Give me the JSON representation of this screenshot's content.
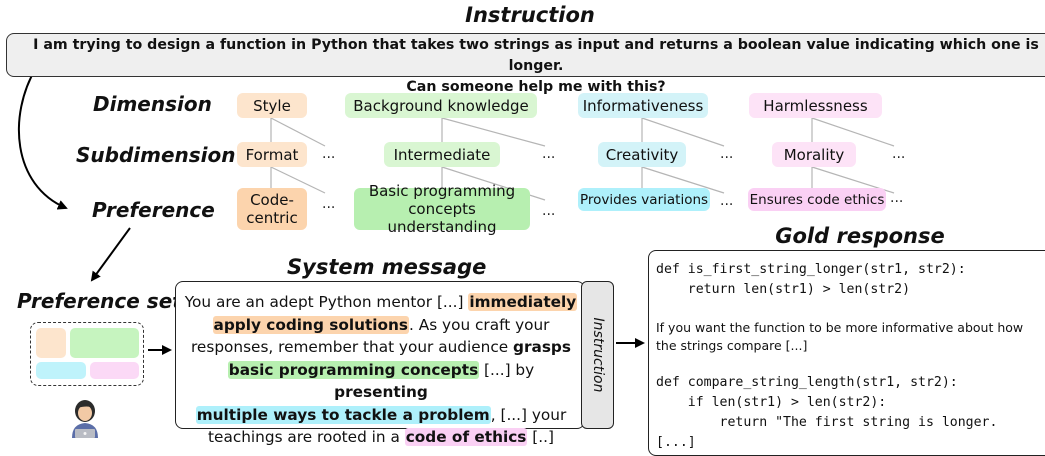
{
  "instruction": {
    "title": "Instruction",
    "line1": "I am trying to design a function in Python that takes two strings as input and returns a boolean value indicating which one is longer.",
    "line2": "Can someone help me with this?"
  },
  "rows": {
    "dimension": "Dimension",
    "subdimension": "Subdimension",
    "preference": "Preference"
  },
  "ellipsis": "...",
  "columns": [
    {
      "dimension": "Style",
      "subdimension": "Format",
      "preference_line1": "Code-",
      "preference_line2": "centric",
      "color": "#fde5cd",
      "pref_color": "#fcd4ad"
    },
    {
      "dimension": "Background knowledge",
      "subdimension": "Intermediate",
      "preference_line1": "Basic programming",
      "preference_line2": "concepts understanding",
      "color": "#d9f6d2",
      "pref_color": "#b7efb0"
    },
    {
      "dimension": "Informativeness",
      "subdimension": "Creativity",
      "preference_line1": "Provides variations",
      "color": "#d3f3f8",
      "pref_color": "#aef0fb"
    },
    {
      "dimension": "Harmlessness",
      "subdimension": "Morality",
      "preference_line1": "Ensures code ethics",
      "color": "#fde3f7",
      "pref_color": "#fad0f4"
    }
  ],
  "preference_set": {
    "title": "Preference set"
  },
  "system_message": {
    "title": "System message",
    "t1": "You are an adept Python mentor [...] ",
    "h1a": "immediately",
    "h1b": "apply coding solutions",
    "t2": ". As you craft your",
    "t3": "responses, remember that your audience ",
    "b1": "grasps",
    "h2": "basic programming concepts",
    "t4": " [...] by ",
    "b2": "presenting",
    "h3": "multiple ways to tackle a problem",
    "t5": ", [...] your",
    "t6": "teachings are rooted in a ",
    "h4": "code of ethics",
    "t7": " [..]",
    "tab_label": "Instruction"
  },
  "gold_response": {
    "title": "Gold response",
    "code1": "def is_first_string_longer(str1, str2):",
    "code2": "    return len(str1) > len(str2)",
    "text1": "If you want the function to be more informative about how",
    "text2": "the strings compare  [...]",
    "code3": "def compare_string_length(str1, str2):",
    "code4": "    if len(str1) > len(str2):",
    "code5": "        return \"The first string is longer.",
    "code6": "[...]"
  },
  "colors": {
    "orange": "#fcd4ad",
    "green": "#b7efb0",
    "cyan": "#aef0fb",
    "pink": "#fad0f4",
    "tab_gray": "#e6e6e6",
    "instruction_gray": "#efefef"
  }
}
